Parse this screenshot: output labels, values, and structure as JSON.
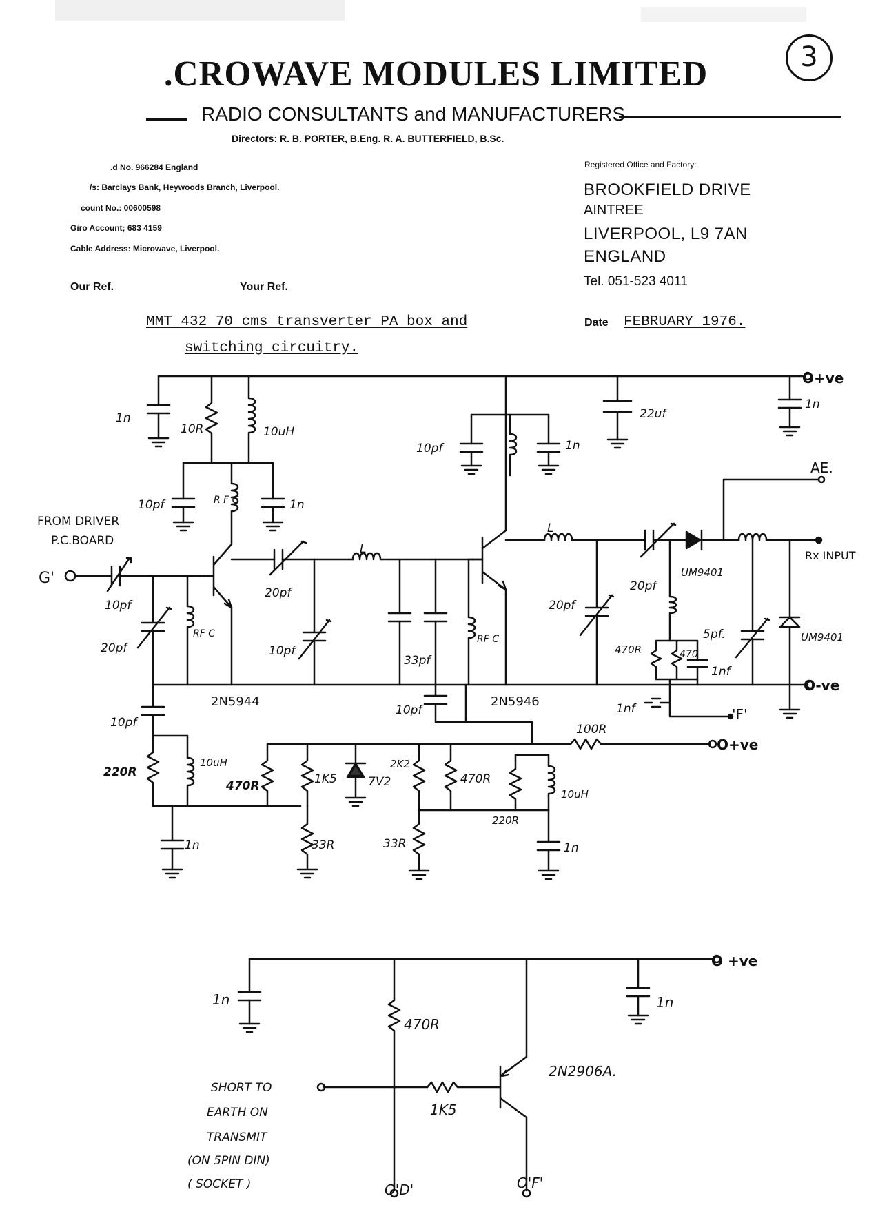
{
  "letterhead": {
    "company": ".CROWAVE MODULES LIMITED",
    "tagline": "RADIO CONSULTANTS and MANUFACTURERS",
    "directors": "Directors: R. B. PORTER, B.Eng.    R. A. BUTTERFIELD, B.Sc.",
    "page_mark": "3",
    "left_lines": [
      ".d No. 966284 England",
      "/s: Barclays Bank, Heywoods Branch, Liverpool.",
      "count No.: 00600598",
      "Giro Account; 683 4159",
      "Cable Address: Microwave, Liverpool."
    ],
    "registered_label": "Registered Office and Factory:",
    "address_1": "BROOKFIELD DRIVE",
    "address_2": "AINTREE",
    "address_3": "LIVERPOOL, L9 7AN",
    "address_4": "ENGLAND",
    "tel": "Tel. 051-523 4011",
    "our_ref": "Our Ref.",
    "your_ref": "Your Ref.",
    "date_label": "Date",
    "date_value": "FEBRUARY 1976."
  },
  "subject": {
    "line1": "MMT 432 70 cms transverter PA box and",
    "line2": "switching circuitry."
  },
  "schematic": {
    "rail_pos_label": "O+ve",
    "ae_label": "AE.",
    "rx_input_label": "Rx INPUT",
    "neg_rail_label": "O-ve",
    "pos_feed_label": "O+ve",
    "from_driver_1": "FROM DRIVER",
    "from_driver_2": "P.C.BOARD",
    "g_label": "G'",
    "transistor_1": "2N5944",
    "transistor_2": "2N5946",
    "f_label": "'F'",
    "labels": {
      "c_1n_a": "1n",
      "r_10r": "10R",
      "l_10uh_a": "10uH",
      "c_10pf_a": "10pf",
      "c_10pf_b": "10pf",
      "rfc_a": "R F C",
      "c_1n_b": "1n",
      "c_1n_c": "1n",
      "c_22uf": "22uf",
      "c_1n_d": "1n",
      "c_10pf_in": "10pf",
      "c_20pf_a": "20pf",
      "rfc_b": "RF C",
      "c_20pf_b": "20pf",
      "l_a": "L",
      "c_10pf_trim": "10pf",
      "c_33pf": "33pf",
      "rfc_c": "RF C",
      "l_b": "L",
      "c_20pf_c": "20pf",
      "c_20pf_d": "20pf",
      "diode_a": "UM9401",
      "c_5pf": "5pf.",
      "diode_b": "UM9401",
      "r_470_a": "470R",
      "r_470_b": "470",
      "c_1nf_a": "1nf",
      "c_1nf_b": "1nf",
      "c_10pf_low": "10pf",
      "c_10pf_mid": "10pf",
      "r_100r": "100R",
      "r_220r_a": "220R",
      "l_10uh_b": "10uH",
      "r_470r_a": "470R",
      "r_1k5_a": "1K5",
      "zener": "7V2",
      "r_2k2": "2K2",
      "r_470r_b": "470R",
      "l_10uh_c": "10uH",
      "r_220r_b": "220R",
      "c_1n_e": "1n",
      "r_33r_a": "33R",
      "r_33r_b": "33R",
      "c_1n_f": "1n"
    }
  },
  "switching": {
    "pos_label": "O +ve",
    "c_1n_left": "1n",
    "c_1n_right": "1n",
    "r_470r": "470R",
    "r_1k5": "1K5",
    "transistor": "2N2906A.",
    "note": [
      "SHORT TO",
      "EARTH ON",
      "TRANSMIT",
      "(ON 5PIN DIN)",
      "( SOCKET )"
    ],
    "d_label": "O'D'",
    "f_label": "O'F'"
  }
}
